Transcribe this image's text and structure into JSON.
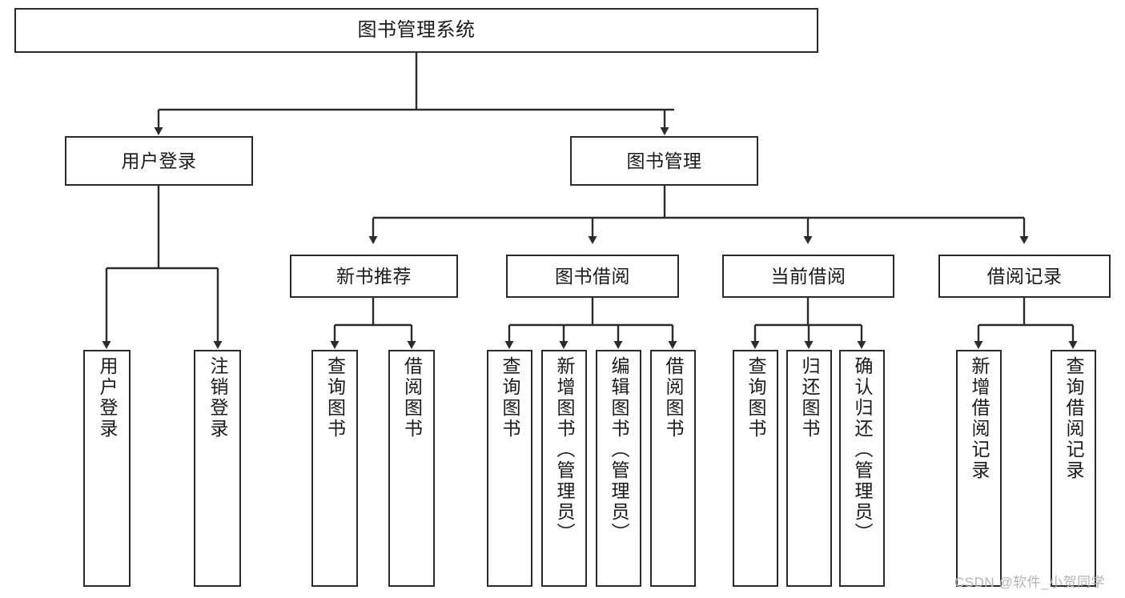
{
  "diagram": {
    "title": "图书管理系统",
    "type": "tree-structure-chart",
    "watermark": "CSDN @软件_小贺同学",
    "colors": {
      "box_border": "#2b2b2b",
      "box_fill": "#ffffff",
      "edge": "#2b2b2b",
      "text": "#1a1a1a",
      "watermark": "#b4b4b4",
      "background": "#ffffff"
    },
    "levels": {
      "root": {
        "label": "图书管理系统"
      },
      "level2": [
        {
          "label": "用户登录"
        },
        {
          "label": "图书管理"
        }
      ],
      "level3": [
        {
          "label": "新书推荐"
        },
        {
          "label": "图书借阅"
        },
        {
          "label": "当前借阅"
        },
        {
          "label": "借阅记录"
        }
      ],
      "leaves": {
        "user_login": [
          {
            "label": "用户登录"
          },
          {
            "label": "注销登录"
          }
        ],
        "new_book_recommend": [
          {
            "label": "查询图书"
          },
          {
            "label": "借阅图书"
          }
        ],
        "book_borrow": [
          {
            "label": "查询图书"
          },
          {
            "label": "新增图书（管理员）"
          },
          {
            "label": "编辑图书（管理员）"
          },
          {
            "label": "借阅图书"
          }
        ],
        "current_borrow": [
          {
            "label": "查询图书"
          },
          {
            "label": "归还图书"
          },
          {
            "label": "确认归还（管理员）"
          }
        ],
        "borrow_record": [
          {
            "label": "新增借阅记录"
          },
          {
            "label": "查询借阅记录"
          }
        ]
      }
    }
  }
}
